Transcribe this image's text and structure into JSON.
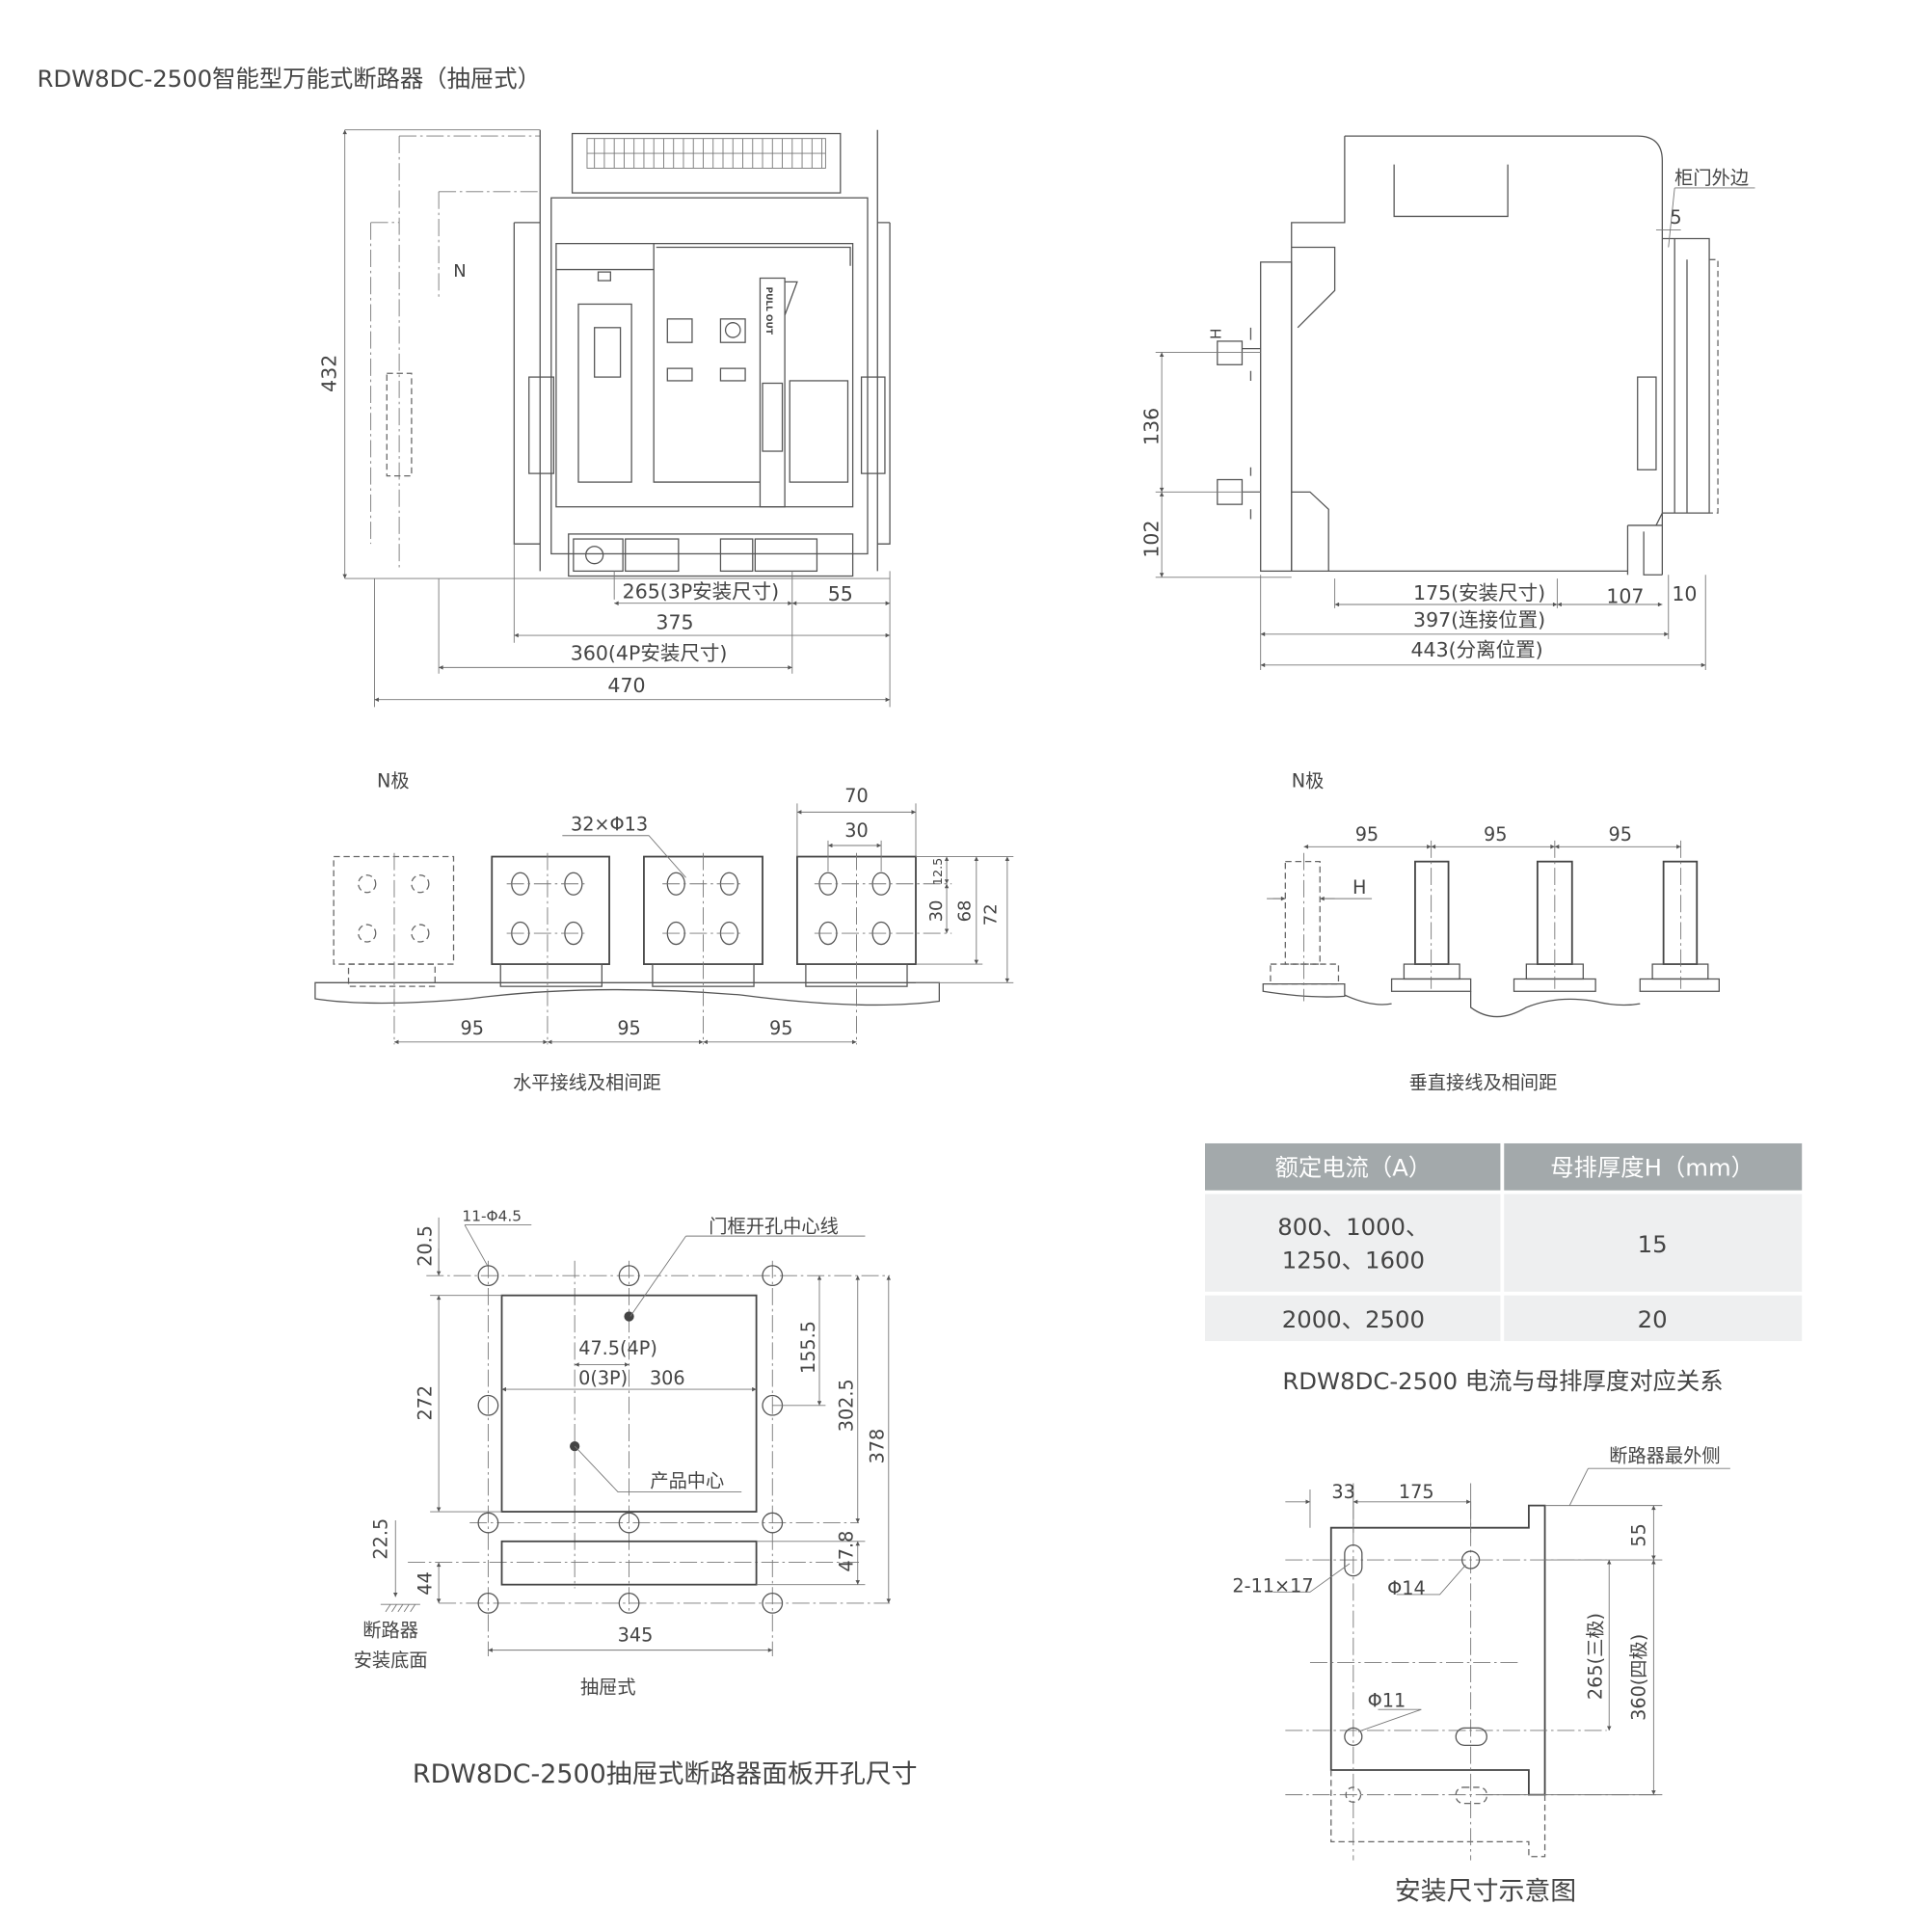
{
  "page_title": "RDW8DC-2500智能型万能式断路器（抽屉式）",
  "front_view": {
    "n_label": "N",
    "pull_out": "PULL OUT",
    "dims": {
      "height": "432",
      "d265": "265(3P安装尺寸)",
      "d55": "55",
      "d375": "375",
      "d360": "360(4P安装尺寸)",
      "d470": "470"
    }
  },
  "side_view": {
    "door_label": "柜门外边",
    "h_label": "H",
    "dims": {
      "d5": "5",
      "d136": "136",
      "d102": "102",
      "d175": "175(安装尺寸)",
      "d107": "107",
      "d10": "10",
      "d397": "397(连接位置)",
      "d443": "443(分离位置)"
    }
  },
  "horizontal_busbar": {
    "n_pole": "N极",
    "hole_spec": "32×Φ13",
    "dims": {
      "d70": "70",
      "d30": "30",
      "d12_5": "12.5",
      "d30v": "30",
      "d68": "68",
      "d72": "72",
      "pitch": [
        "95",
        "95",
        "95"
      ]
    },
    "caption": "水平接线及相间距"
  },
  "vertical_busbar": {
    "n_pole": "N极",
    "h_label": "H",
    "pitch": [
      "95",
      "95",
      "95"
    ],
    "caption": "垂直接线及相间距"
  },
  "busbar_table": {
    "headers": [
      "额定电流（A）",
      "母排厚度H（mm）"
    ],
    "rows": [
      {
        "current_line1": "800、1000、",
        "current_line2": "1250、1600",
        "thickness": "15"
      },
      {
        "current_line1": "2000、2500",
        "thickness": "20"
      }
    ],
    "caption": "RDW8DC-2500 电流与母排厚度对应关系",
    "header_bg": "#a3a9ab",
    "row_bg": "#eeeff0"
  },
  "panel_cutout": {
    "hole_spec": "11-Φ4.5",
    "door_center_label": "门框开孔中心线",
    "product_center_label": "产品中心",
    "dims": {
      "d20_5": "20.5",
      "d272": "272",
      "d22_5": "22.5",
      "d44": "44",
      "d47_5": "47.5(4P)",
      "d0": "0(3P)",
      "d306": "306",
      "d155_5": "155.5",
      "d302_5": "302.5",
      "d378": "378",
      "d47_8": "47.8",
      "d345": "345"
    },
    "base_label_1": "断路器",
    "base_label_2": "安装底面",
    "type_label": "抽屉式",
    "caption": "RDW8DC-2500抽屉式断路器面板开孔尺寸"
  },
  "install_diagram": {
    "outer_label": "断路器最外侧",
    "dims": {
      "d33": "33",
      "d175": "175",
      "d55": "55",
      "d265": "265(三极)",
      "d360": "360(四极)"
    },
    "slot_spec": "2-11×17",
    "hole14": "Φ14",
    "hole11": "Φ11",
    "caption": "安装尺寸示意图"
  }
}
